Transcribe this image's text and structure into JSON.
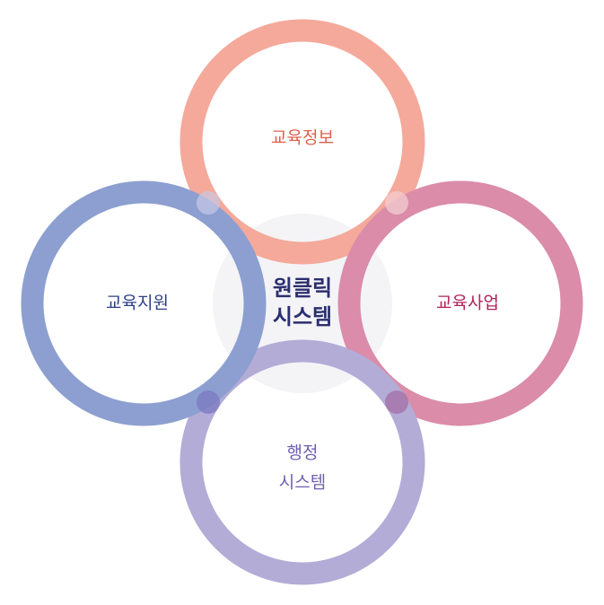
{
  "center": {
    "line1": "원클릭",
    "line2": "시스템"
  },
  "nodes": {
    "top": {
      "label": "교육정보",
      "color": "#f4a99b",
      "text_color": "#e0604e"
    },
    "right": {
      "label": "교육사업",
      "color": "#da8ca9",
      "text_color": "#b0245c"
    },
    "bottom": {
      "line1": "행정",
      "line2": "시스템",
      "color": "#b3acd7",
      "text_color": "#6f5fae"
    },
    "left": {
      "label": "교육지원",
      "color": "#8c9fd0",
      "text_color": "#2c3f8a"
    }
  },
  "colors": {
    "center_fill": "#f4f4f7",
    "center_text": "#2b2f6e",
    "overlap_top_left": "#c7c9e6",
    "overlap_top_right": "#f3d1d4",
    "overlap_bottom_left": "#7b78c0",
    "overlap_bottom_right": "#a46ea6"
  }
}
